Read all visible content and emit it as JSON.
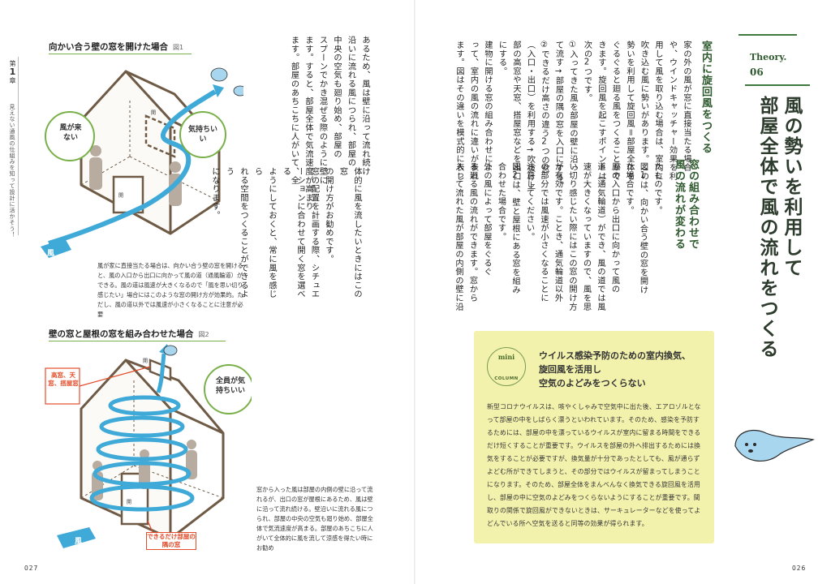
{
  "left_page": {
    "chapter_label_top": "第",
    "chapter_number": "1",
    "chapter_label_bottom": "章",
    "chapter_description": "見えない通風の仕組みを知って設計に活かそう！",
    "figure1": {
      "title": "向かい合う壁の窓を開けた場合",
      "figure_no": "図1",
      "callouts": [
        "風が来ない",
        "気持ちいい",
        "風"
      ],
      "window_labels": [
        "開",
        "開"
      ],
      "caption": "風が家に直接当たる場合は、向かい合う壁の窓を開けると、風の入口から出口に向かって風の道（通風輪道）ができる。風の道は風速が大きくなるので「風を思い切り感じたい」場合にはこのような窓の開け方が効果的。ただし、風の道以外では風速が小さくなることに注意が必要"
    },
    "figure2": {
      "title": "壁の窓と屋根の窓を組み合わせた場合",
      "figure_no": "図2",
      "callouts": [
        "全員が気持ちいい",
        "風"
      ],
      "red_labels": [
        "高窓、天窓、搭屋窓",
        "できるだけ部屋の隅の窓"
      ],
      "window_labels": [
        "開",
        "開"
      ],
      "caption": "窓から入った風は部屋の内側の壁に沿って流れるが、出口の窓が屋根にあるため、風は壁に沿って流れ続ける。壁沿いに流れる風につられ、部屋の中央の空気も廻り始め、部屋全体で気流速度が高まる。部屋のあちこちに人がいて全体的に風を流して涼感を得たい時にお勧め"
    },
    "body_columns": [
      "ます。部屋のあちこちに人がいて、全",
      "ます。すると、部屋全体で気流速度が高まり",
      "スプーンでかき混ぜる際のように壁に",
      "中央の空気も廻り始め、部屋の",
      "沿いに流れる風につられ、部屋の",
      "あるため、風は壁に沿って流れ続け"
    ],
    "body_columns_2": [
      "体的に風を流したいときにはこの窓",
      "の開け方がお勧めです。",
      "窓の配置を計画する際、シチュエ",
      "ーションに合わせて開く窓を選べる",
      "ようにしておくと、常に風を感じら",
      "れる空間をつくることができるよう",
      "になります。"
    ],
    "page_number": "027"
  },
  "right_page": {
    "theory_label": "Theory.",
    "theory_number": "06",
    "title_line1": "風の勢いを利用して",
    "title_line2": "部屋全体で風の流れをつくる",
    "subhead1": "室内に旋回風をつくる",
    "subhead2_line1": "窓の組み合わせで",
    "subhead2_line2": "風の流れが変わる",
    "body_a": [
      "家の外の風が窓に直接当たる場合",
      "や、ウインドキャッチャー効果を利",
      "用して風を取り込む場合は、室内に",
      "吹き込む風に勢いがあります。この",
      "勢いを利用して旋回風＝部屋全体を",
      "ぐるぐると廻る風をつくることがで",
      "きます。旋回風を起こすポイントは",
      "次の2つです。",
      "①入ってきた風を部屋の壁に沿っ",
      "て流す→部屋の隅の窓を入口にする。",
      "②できるだけ高さの違う2つの窓",
      "（入口・出口）を利用する→吹抜け上",
      "部の高窓や天窓、搭屋窓などを出口",
      "にする。",
      "建物に開ける窓の組み合わせによ",
      "って、室内の風の流れに違いが表れ",
      "ます。図はその違いを模式的に表し"
    ],
    "body_b": [
      "たものです。",
      "図1は、向かい合う壁の窓を開け",
      "た場合です。",
      "風の入口から出口に向かって風の",
      "道（通気輪道）ができ、風の道では風",
      "速が大きくなっていますので、風を思",
      "い切り感じたい際にはこの窓の開け方",
      "が有効です。ことき、通気輪道以外",
      "の部分では風速が小さくなることに",
      "注意してください。",
      "図2は、壁と屋根にある窓を組み",
      "合わせた場合です。",
      "外の風によって部屋をぐるぐ",
      "る廻る風の流れができます。窓から",
      "入って流れた風が部屋の内側の壁に沿",
      "って流れますが、出口の窓が屋根に"
    ],
    "mini_column": {
      "badge_top": "mini",
      "badge_bottom": "COLUMN",
      "title_lines": [
        "ウイルス感染予防のための室内換気、",
        "旋回風を活用し",
        "空気のよどみをつくらない"
      ],
      "body": "新型コロナウイルスは、咳やくしゃみで空気中に出た後、エアロゾルとなって部屋の中をしばらく漂うといわれています。そのため、感染を予防するためには、部屋の中を漂っているウイルスが室内に留まる時間をできるだけ短くすることが重要です。ウイルスを部屋の外へ排出するためには換気をすることが必要ですが、換気量が十分であったとしても、風が通らずよどむ所ができてしまうと、その部分ではウイルスが留まってしまうことになります。そのため、部屋全体をまんべんなく換気できる旋回風を活用し、部屋の中に空気のよどみをつくらないようにすることが重要です。間取りの関係で旋回風ができないときは、サーキュレーターなどを使ってよどんでいる所へ空気を送ると同等の効果が得られます。"
    },
    "page_number": "026"
  },
  "colors": {
    "accent_green": "#3e7a3e",
    "arrow_blue": "#3fa9d8",
    "house_brown": "#6e5a45",
    "label_red": "#e24d2b",
    "column_yellow": "#f3f2ad"
  }
}
